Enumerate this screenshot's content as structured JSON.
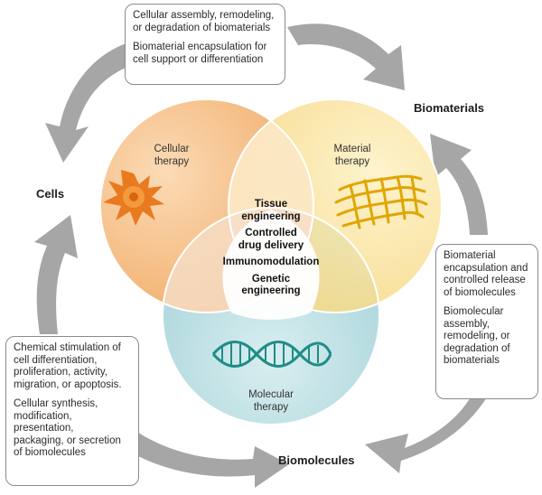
{
  "nodes": {
    "cells": "Cells",
    "biomaterials": "Biomaterials",
    "biomolecules": "Biomolecules"
  },
  "circles": {
    "cellular": "Cellular\ntherapy",
    "material": "Material\ntherapy",
    "molecular": "Molecular\ntherapy"
  },
  "center_items": [
    "Tissue\nengineering",
    "Controlled\ndrug delivery",
    "Immunomodulation",
    "Genetic\nengineering"
  ],
  "boxes": {
    "top": [
      "Cellular assembly, remodeling,\nor degradation of biomaterials",
      "Biomaterial encapsulation for\ncell support or differentiation"
    ],
    "right": [
      "Biomaterial\nencapsulation and\ncontrolled release\nof biomolecules",
      "Biomolecular\nassembly,\nremodeling, or\ndegradation of\nbiomaterials"
    ],
    "left": [
      "Chemical stimulation of\ncell differentiation,\nproliferation, activity,\nmigration, or apoptosis.",
      "Cellular synthesis,\nmodification,\npresentation,\npackaging, or secretion\nof biomolecules"
    ]
  },
  "colors": {
    "cellular": "#f3b06a",
    "material": "#f8dc84",
    "molecular": "#a9d6db",
    "arrow": "#a6a6a6",
    "dna": "#1f8d87"
  }
}
